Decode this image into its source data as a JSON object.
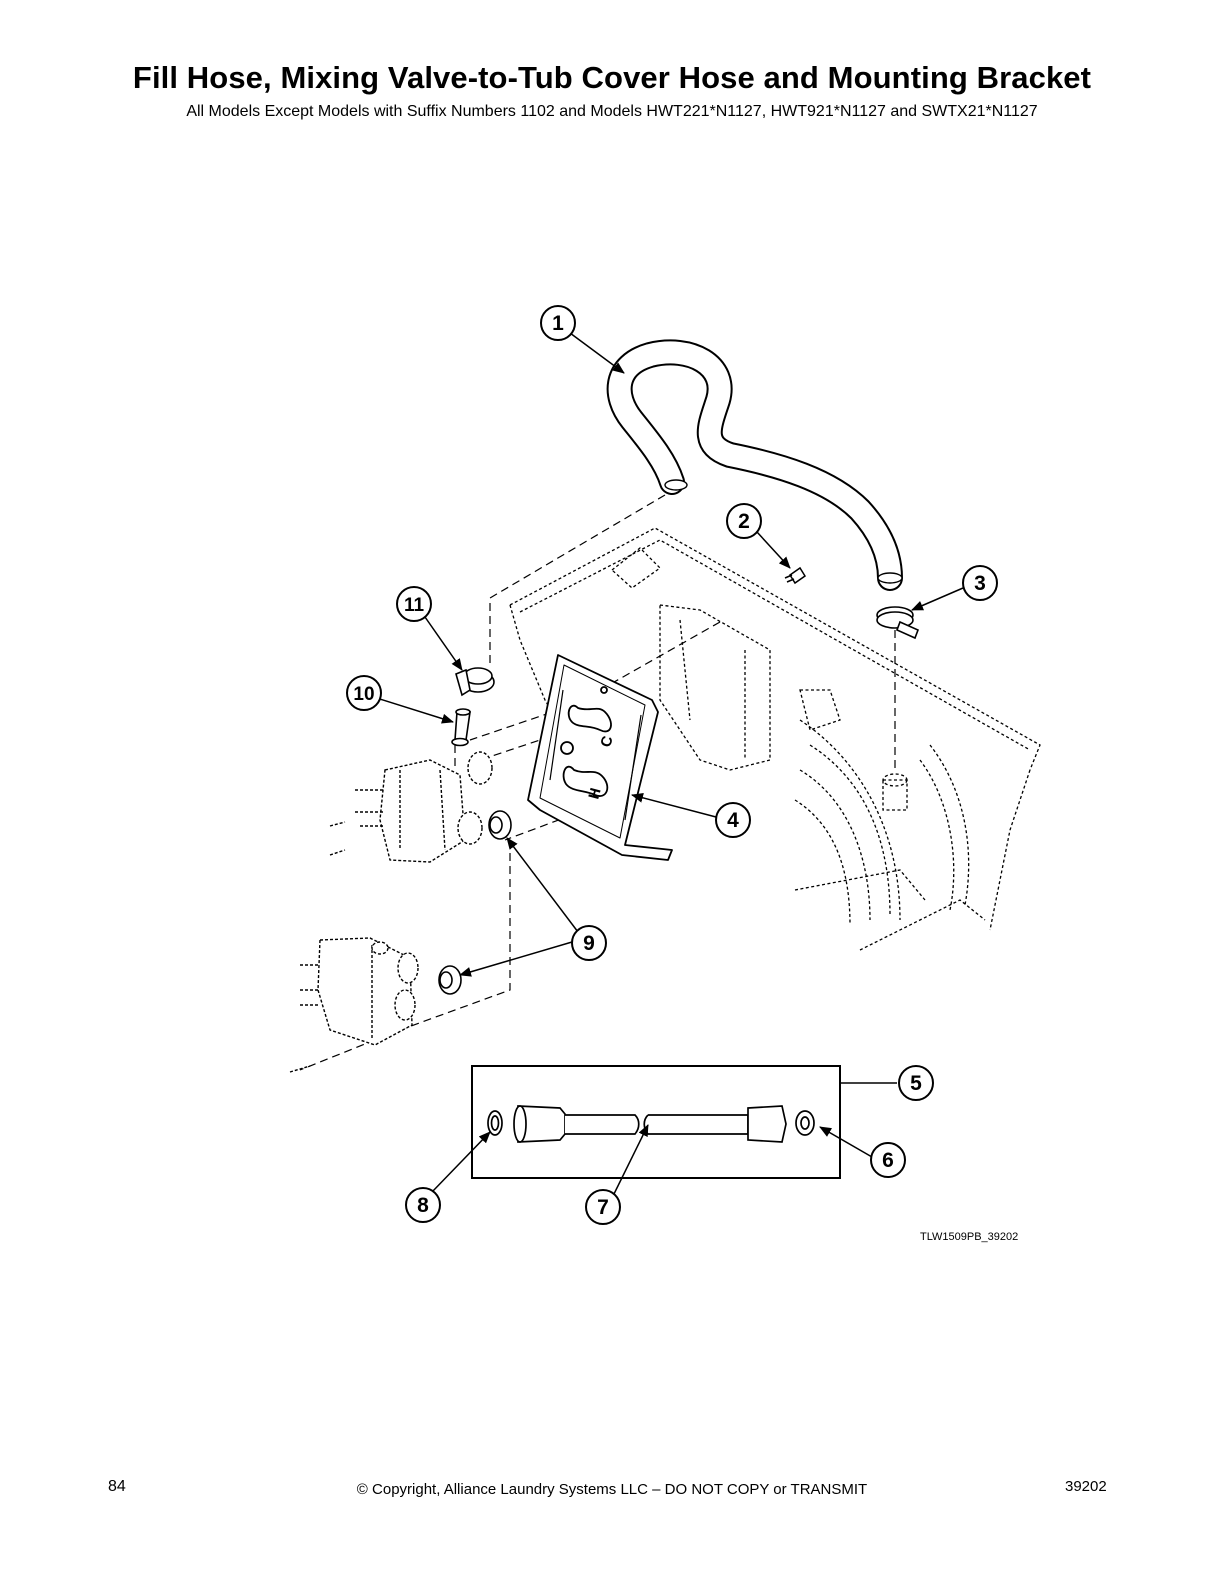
{
  "page": {
    "title": "Fill Hose, Mixing Valve-to-Tub Cover Hose and Mounting Bracket",
    "subtitle": "All Models Except Models with Suffix Numbers 1102 and Models HWT221*N1127, HWT921*N1127 and SWTX21*N1127",
    "figure_code": "TLW1509PB_39202",
    "page_number": "84",
    "copyright": "© Copyright, Alliance Laundry Systems LLC – DO NOT COPY or TRANSMIT",
    "document_number": "39202"
  },
  "diagram": {
    "callouts": [
      "1",
      "2",
      "3",
      "4",
      "5",
      "6",
      "7",
      "8",
      "9",
      "10",
      "11"
    ],
    "bracket_letters": {
      "cold": "C",
      "hot": "H"
    }
  }
}
